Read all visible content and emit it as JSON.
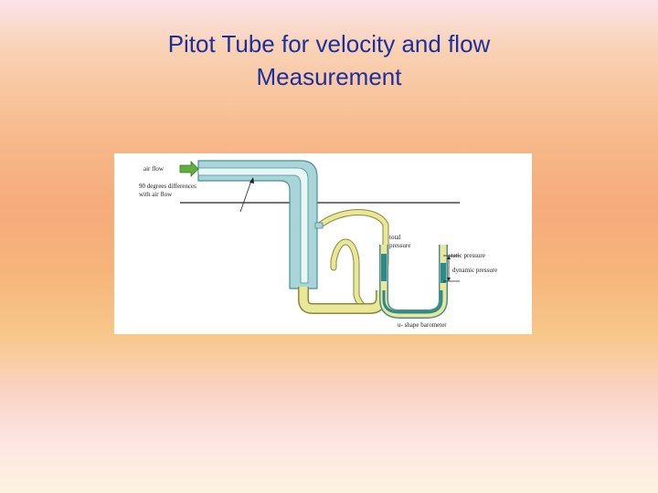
{
  "title": {
    "line1": "Pitot Tube for velocity and flow",
    "line2": "Measurement"
  },
  "diagram": {
    "labels": {
      "air_flow": "air flow",
      "degrees_line1": "90 degrees differences",
      "degrees_line2": "with air flow",
      "total_line1": "total",
      "total_line2": "pressure",
      "static_pressure": "static pressure",
      "dynamic_pressure": "dynamic pressure",
      "barometer": "u- shape barometer"
    },
    "colors": {
      "tube_fill": "#a8d6d8",
      "tube_stroke": "#4c8e94",
      "hose_fill": "#e8e79a",
      "hose_stroke": "#8a8a3c",
      "fluid": "#2d8a8c",
      "arrow": "#5fae3e"
    }
  }
}
